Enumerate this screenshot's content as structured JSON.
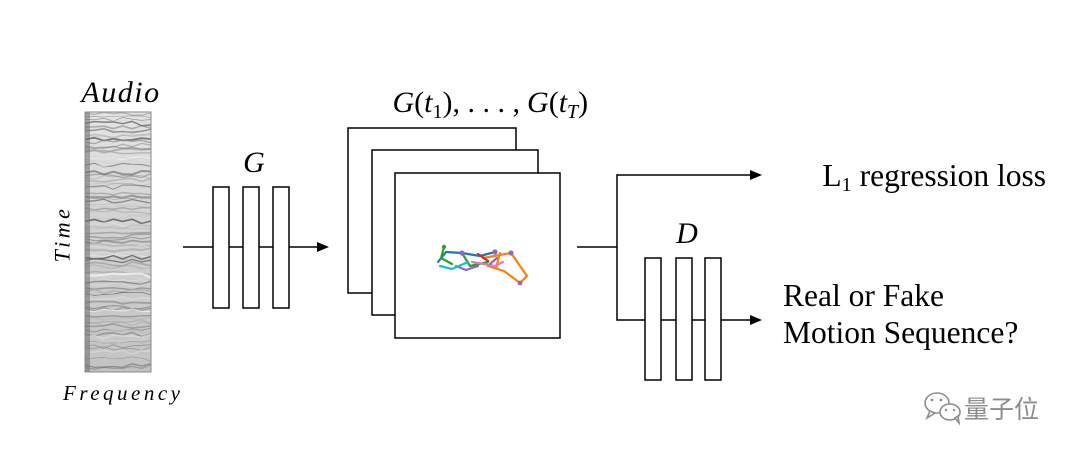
{
  "audio_input": {
    "title": "Audio",
    "y_axis_label": "Time",
    "x_axis_label": "Frequency"
  },
  "generator": {
    "label": "G"
  },
  "generator_output": {
    "label_parts": [
      "G",
      "(",
      "t",
      "1",
      "), . . . ,",
      "G",
      "(",
      "t",
      "T",
      ")"
    ]
  },
  "discriminator": {
    "label": "D"
  },
  "outputs": {
    "regression_loss": {
      "symbol": "L",
      "subscript": "1",
      "text": "regression loss"
    },
    "adversarial": {
      "line1": "Real or Fake",
      "line2": "Motion Sequence?"
    }
  },
  "watermark": {
    "icon": "wechat-icon",
    "text": "量子位"
  },
  "colors": {
    "skeleton": [
      "#1f77b4",
      "#ff7f0e",
      "#2ca02c",
      "#e377c2",
      "#9467bd",
      "#17becf",
      "#d62728"
    ],
    "watermark": "#8c8c8c"
  }
}
